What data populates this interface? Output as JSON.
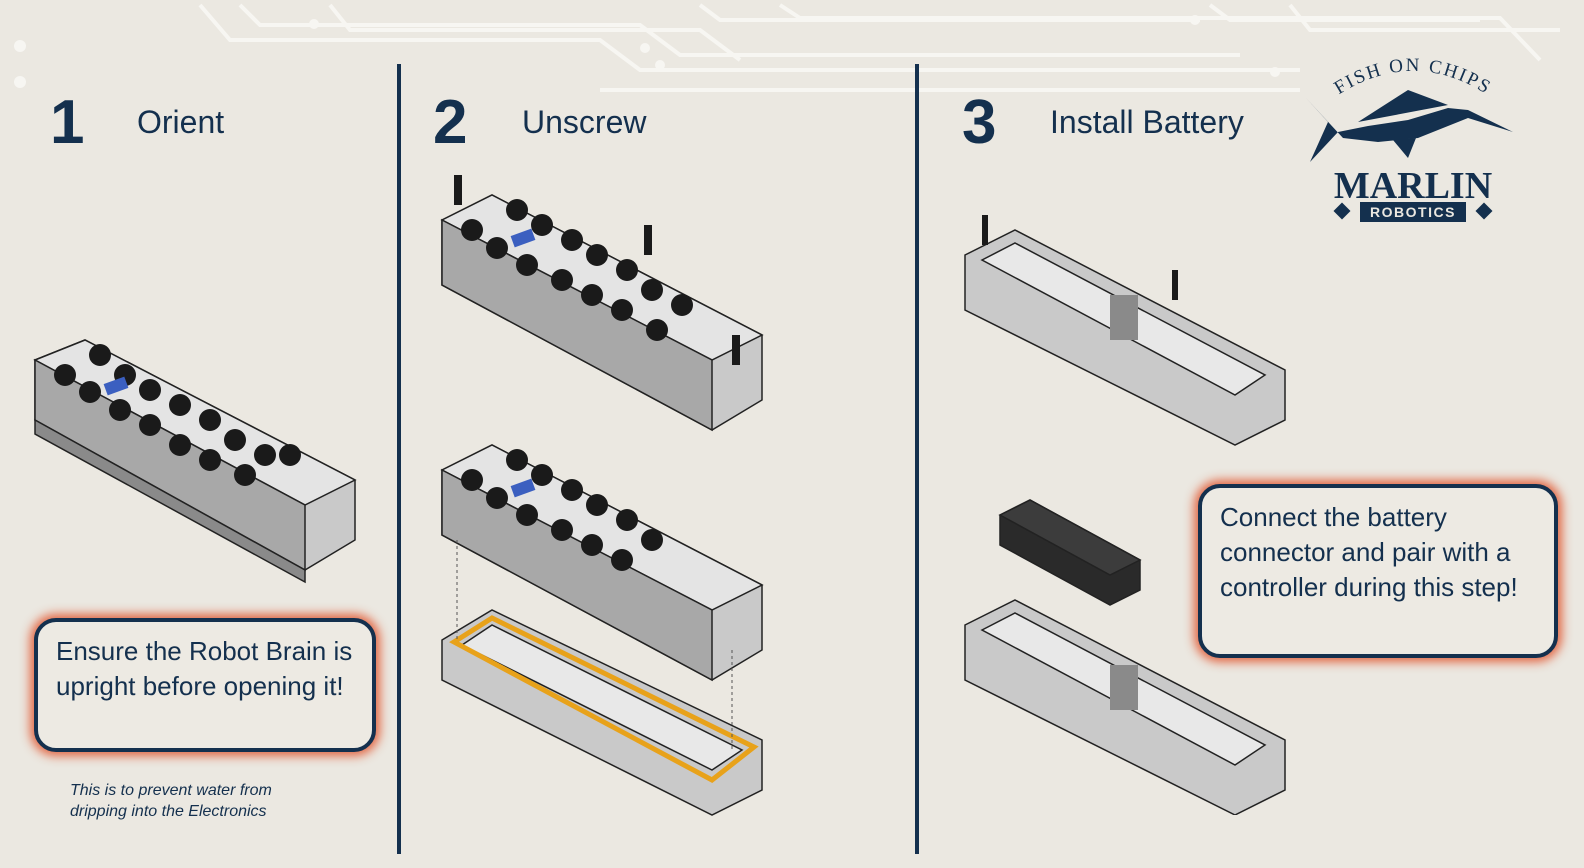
{
  "steps": [
    {
      "number": "1",
      "title": "Orient"
    },
    {
      "number": "2",
      "title": "Unscrew"
    },
    {
      "number": "3",
      "title": "Install Battery"
    }
  ],
  "notes": {
    "orient": "Ensure the Robot Brain is upright before opening it!",
    "battery": "Connect the battery connector and pair with a controller during this step!"
  },
  "footnote": "This is to prevent water from dripping into the Electronics",
  "logo": {
    "arc_text": "FISH ON CHIPS",
    "name": "MARLIN",
    "sub": "ROBOTICS"
  },
  "colors": {
    "navy": "#14304e",
    "background": "#ebe8e1",
    "highlight_glow": "#e1502a",
    "gasket": "#e8a21a",
    "indicator": "#3b5fc0"
  }
}
